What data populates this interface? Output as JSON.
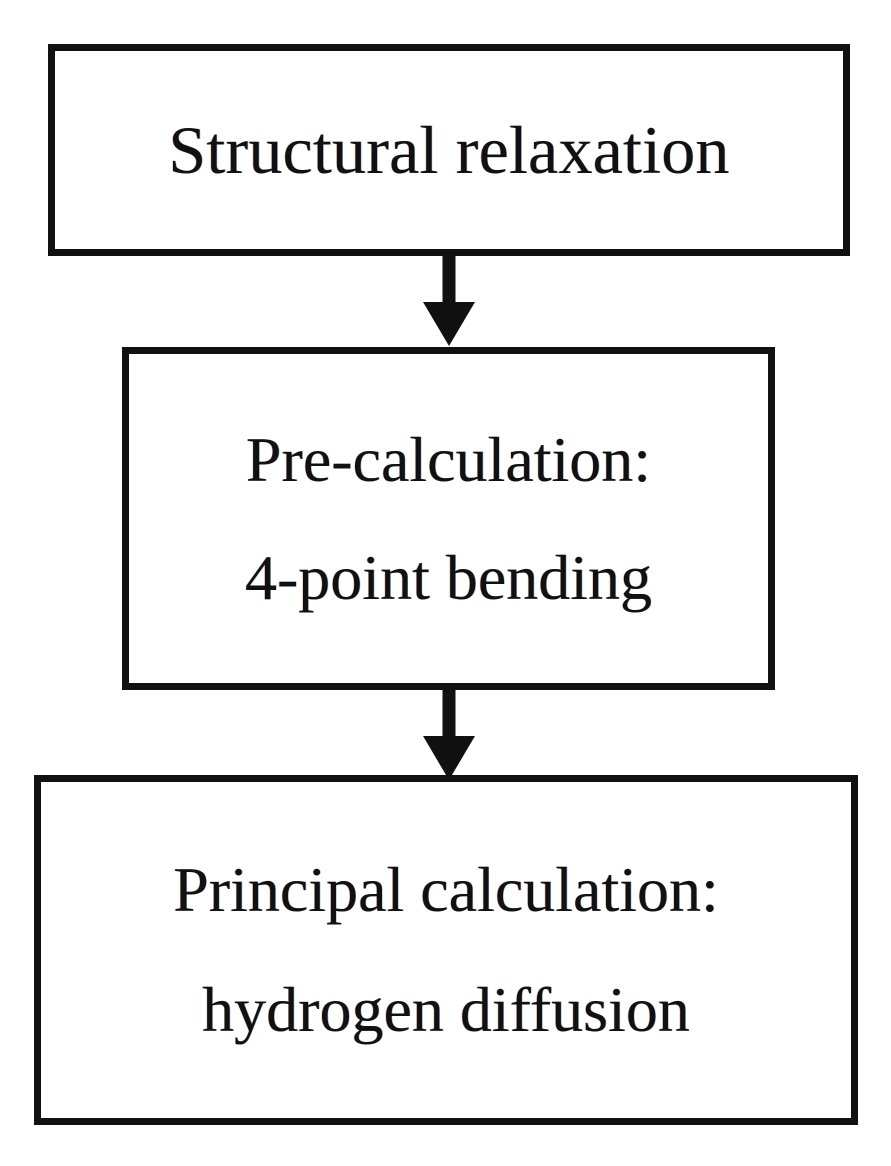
{
  "diagram": {
    "type": "flowchart",
    "orientation": "vertical-top-to-bottom",
    "background_color": "#ffffff",
    "stroke_color": "#111111",
    "text_color": "#111111",
    "nodes": [
      {
        "id": "structural-relaxation",
        "shape": "rectangle",
        "lines": [
          "Structural relaxation"
        ]
      },
      {
        "id": "pre-calculation",
        "shape": "rectangle",
        "lines": [
          "Pre-calculation:",
          "4-point bending"
        ]
      },
      {
        "id": "principal-calculation",
        "shape": "rectangle",
        "lines": [
          "Principal calculation:",
          "hydrogen diffusion"
        ]
      }
    ],
    "connectors": [
      {
        "id": "connector-1",
        "from": "structural-relaxation",
        "to": "pre-calculation",
        "style": "solid-filled-arrow"
      },
      {
        "id": "connector-2",
        "from": "pre-calculation",
        "to": "principal-calculation",
        "style": "solid-filled-arrow"
      }
    ]
  }
}
